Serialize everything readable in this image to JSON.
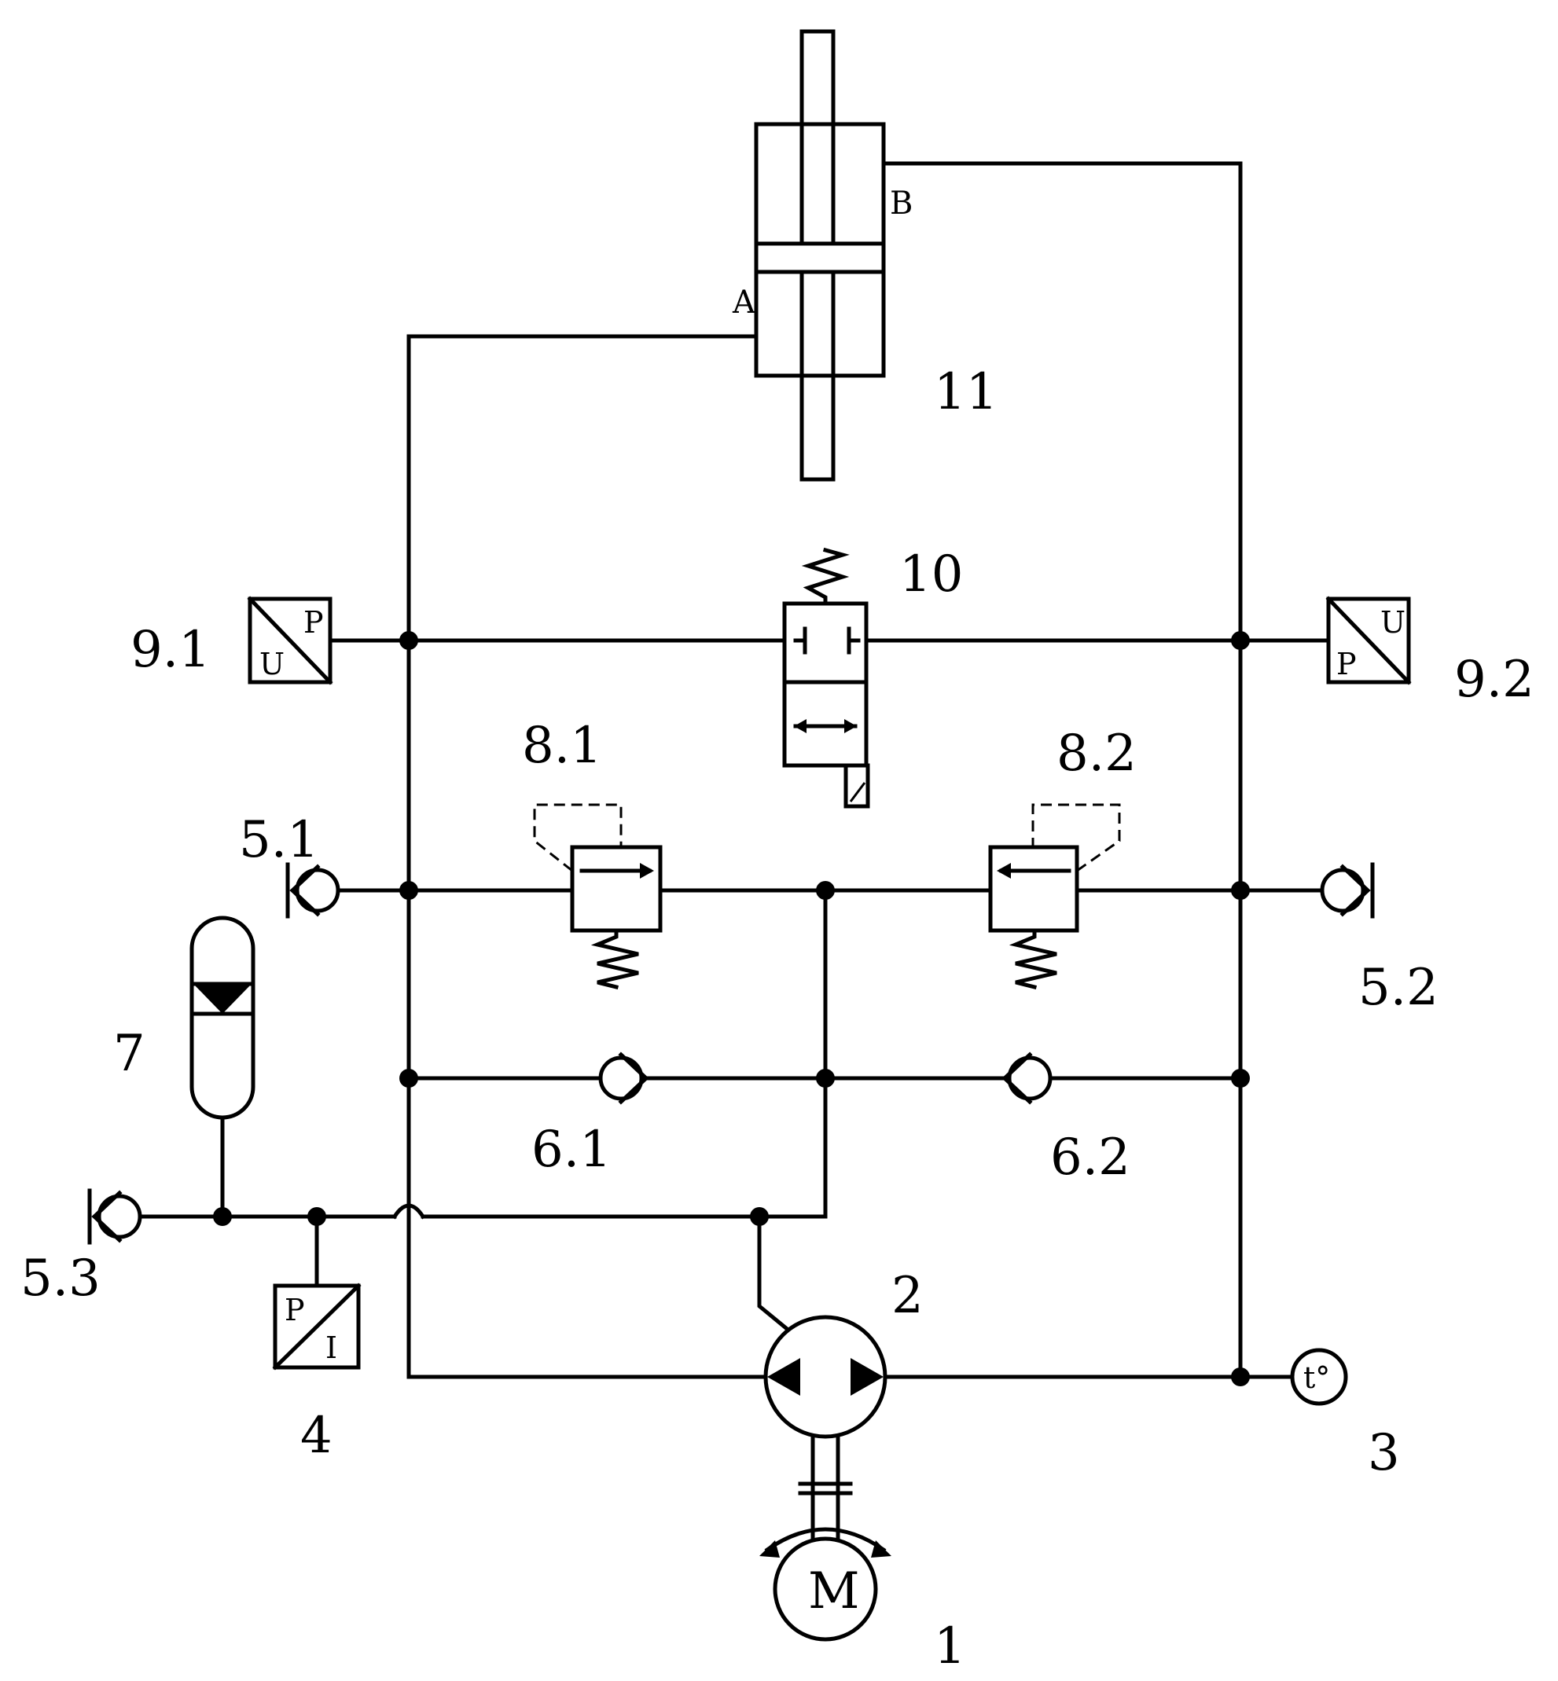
{
  "labels": {
    "motor": "1",
    "pump": "2",
    "temp_sensor": "3",
    "pressure_switch": "4",
    "check_fill_1": "5.1",
    "check_fill_2": "5.2",
    "check_fill_3": "5.3",
    "check_valve_1": "6.1",
    "check_valve_2": "6.2",
    "accumulator": "7",
    "relief_valve_1": "8.1",
    "relief_valve_2": "8.2",
    "transducer_1": "9.1",
    "transducer_2": "9.2",
    "bypass_valve": "10",
    "cylinder": "11"
  },
  "symbols": {
    "port_a": "A",
    "port_b": "B",
    "motor_m": "M",
    "temp_t": "t°",
    "transducer_u": "U",
    "transducer_p": "P",
    "switch_p": "P",
    "switch_i": "I"
  }
}
